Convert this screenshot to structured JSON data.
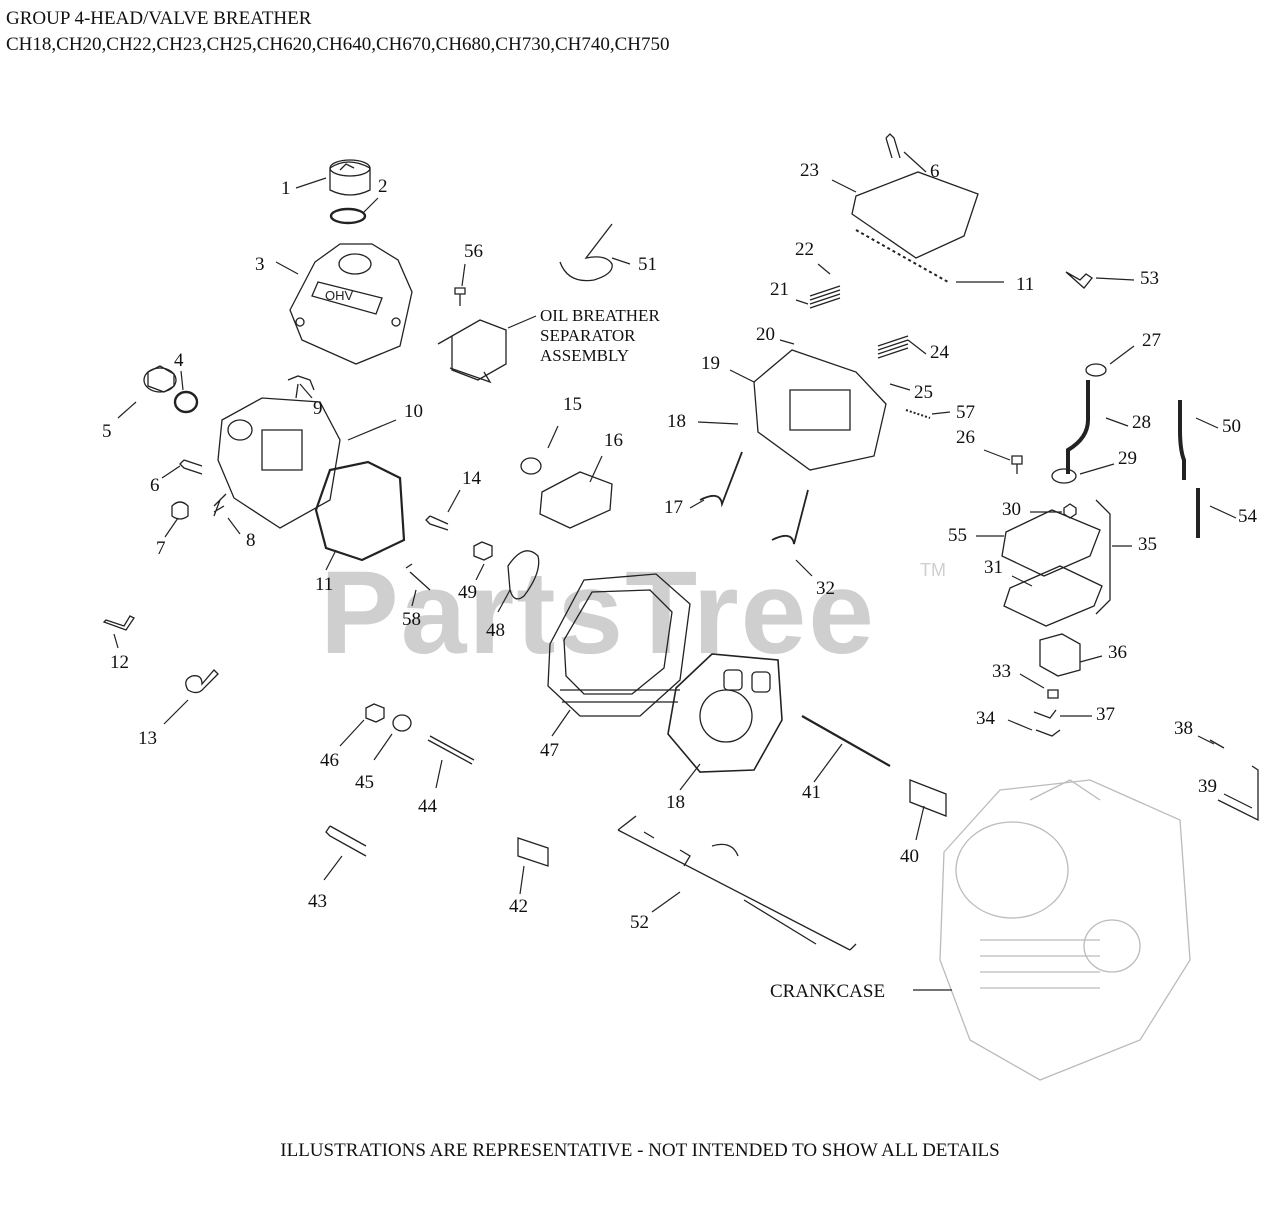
{
  "header": {
    "title": "GROUP 4-HEAD/VALVE BREATHER",
    "models": "CH18,CH20,CH22,CH23,CH25,CH620,CH640,CH670,CH680,CH730,CH740,CH750"
  },
  "watermark": {
    "text": "PartsTree",
    "tm": "TM"
  },
  "labels": {
    "breather_1": "OIL BREATHER",
    "breather_2": "SEPARATOR",
    "breather_3": "ASSEMBLY",
    "crankcase": "CRANKCASE"
  },
  "callouts": [
    "1",
    "2",
    "3",
    "4",
    "5",
    "6",
    "7",
    "8",
    "9",
    "10",
    "11",
    "12",
    "13",
    "14",
    "58",
    "56",
    "51",
    "15",
    "16",
    "49",
    "48",
    "47",
    "18",
    "46",
    "45",
    "44",
    "43",
    "42",
    "41",
    "52",
    "23",
    "6",
    "11",
    "53",
    "22",
    "21",
    "20",
    "24",
    "25",
    "19",
    "18",
    "17",
    "32",
    "57",
    "26",
    "27",
    "28",
    "50",
    "29",
    "30",
    "55",
    "35",
    "31",
    "54",
    "36",
    "33",
    "37",
    "34",
    "38",
    "39",
    "40"
  ],
  "footer": "ILLUSTRATIONS ARE REPRESENTATIVE - NOT INTENDED TO SHOW ALL DETAILS"
}
